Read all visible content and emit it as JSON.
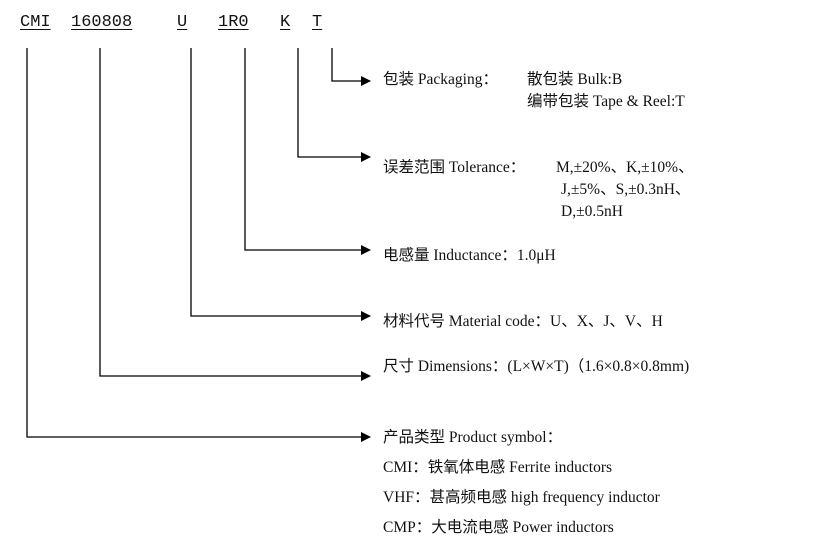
{
  "codes": [
    "CMI",
    "160808",
    "U",
    "1R0",
    "K",
    "T"
  ],
  "packaging": {
    "label": "包装 Packaging：",
    "line1": "散包装 Bulk:B",
    "line2": "编带包装 Tape & Reel:T"
  },
  "tolerance": {
    "label": "误差范围 Tolerance：",
    "line1": "M,±20%、K,±10%、",
    "line2": "J,±5%、S,±0.3nH、",
    "line3": "D,±0.5nH"
  },
  "inductance": {
    "text": "电感量 Inductance：1.0μH"
  },
  "material": {
    "text": "材料代号 Material code：U、X、J、V、H"
  },
  "dimensions": {
    "text": "尺寸 Dimensions：(L×W×T)（1.6×0.8×0.8mm)"
  },
  "product": {
    "label": "产品类型 Product symbol：",
    "items": [
      "CMI：铁氧体电感 Ferrite inductors",
      "VHF：甚高频电感 high frequency inductor",
      "CMP：大电流电感 Power inductors"
    ]
  }
}
